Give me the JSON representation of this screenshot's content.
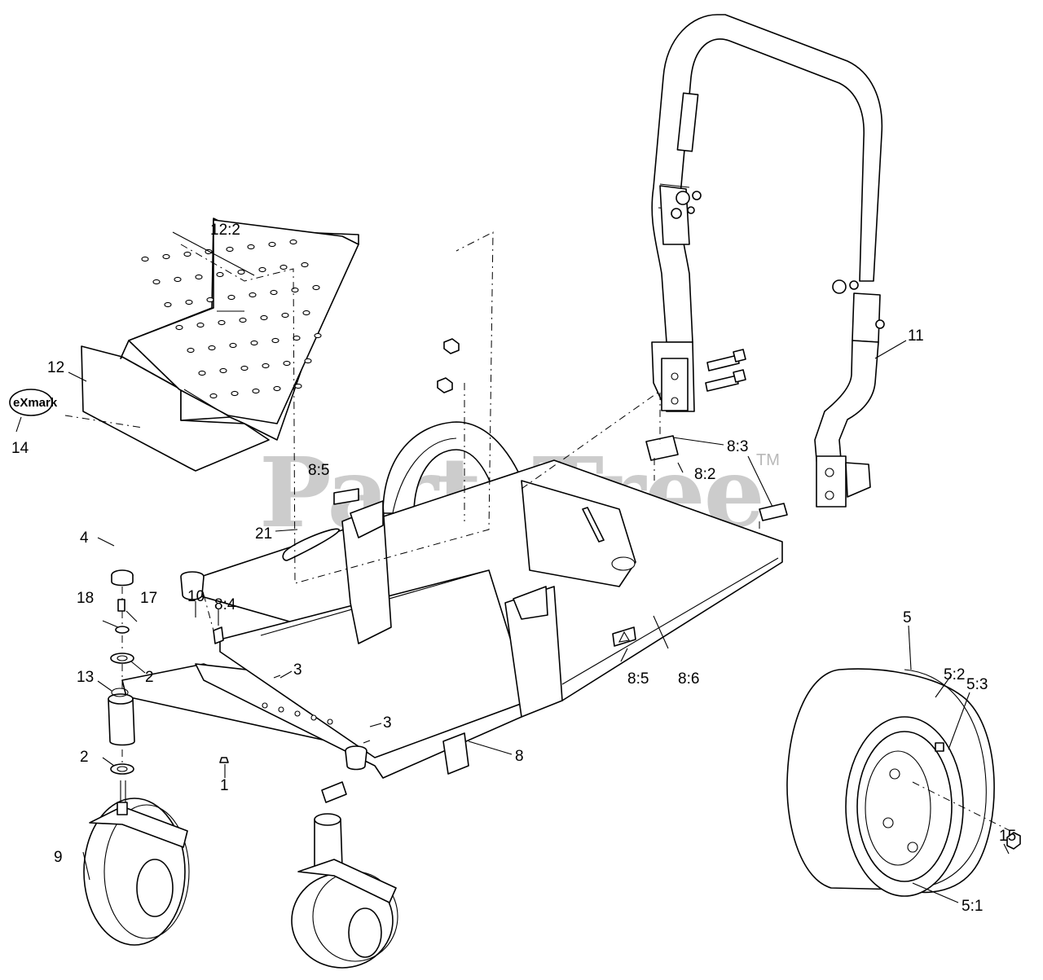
{
  "watermark": {
    "text": "PartsTree",
    "trademark": "TM"
  },
  "logo": {
    "text": "eXmark"
  },
  "callouts": [
    {
      "id": "c-12-2",
      "text": "12:2"
    },
    {
      "id": "c-12",
      "text": "12"
    },
    {
      "id": "c-14",
      "text": "14"
    },
    {
      "id": "c-8-5a",
      "text": "8:5"
    },
    {
      "id": "c-21",
      "text": "21"
    },
    {
      "id": "c-4",
      "text": "4"
    },
    {
      "id": "c-17",
      "text": "17"
    },
    {
      "id": "c-18",
      "text": "18"
    },
    {
      "id": "c-2a",
      "text": "2"
    },
    {
      "id": "c-13",
      "text": "13"
    },
    {
      "id": "c-10",
      "text": "10"
    },
    {
      "id": "c-8-4",
      "text": "8:4"
    },
    {
      "id": "c-3a",
      "text": "3"
    },
    {
      "id": "c-3b",
      "text": "3"
    },
    {
      "id": "c-2b",
      "text": "2"
    },
    {
      "id": "c-1",
      "text": "1"
    },
    {
      "id": "c-9",
      "text": "9"
    },
    {
      "id": "c-8",
      "text": "8"
    },
    {
      "id": "c-8-5b",
      "text": "8:5"
    },
    {
      "id": "c-8-6",
      "text": "8:6"
    },
    {
      "id": "c-8-3",
      "text": "8:3"
    },
    {
      "id": "c-8-2",
      "text": "8:2"
    },
    {
      "id": "c-11",
      "text": "11"
    },
    {
      "id": "c-5",
      "text": "5"
    },
    {
      "id": "c-5-2",
      "text": "5:2"
    },
    {
      "id": "c-5-3",
      "text": "5:3"
    },
    {
      "id": "c-15",
      "text": "15"
    },
    {
      "id": "c-5-1",
      "text": "5:1"
    }
  ]
}
